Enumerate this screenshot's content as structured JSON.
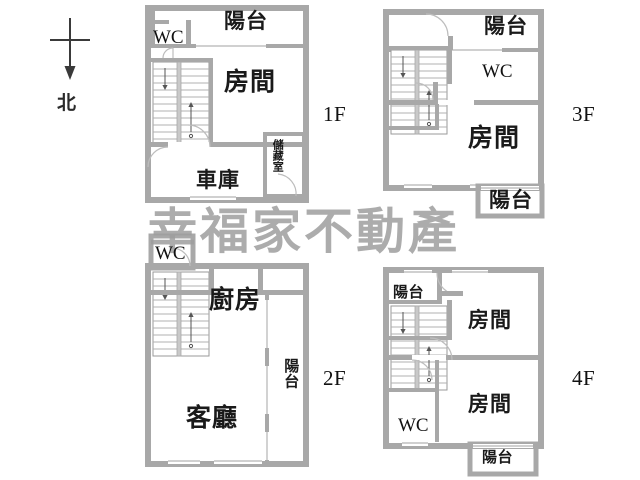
{
  "document": {
    "type": "floor-plan",
    "title": "幸福家不動產",
    "watermark": "幸福家不動產",
    "compass": {
      "label": "北",
      "meaning": "north"
    },
    "background_color": "#ffffff",
    "wall_color": "#a8a8a8",
    "wall_outline_color": "#8c8c8c",
    "text_color": "#1a1a1a",
    "watermark_color": "#9e9e9e"
  },
  "floors": [
    {
      "id": "1F",
      "label": "1F",
      "rooms": [
        {
          "name": "陽台",
          "meaning": "balcony",
          "orientation": "horizontal",
          "size": "mid"
        },
        {
          "name": "WC",
          "meaning": "toilet",
          "orientation": "horizontal",
          "size": "wc"
        },
        {
          "name": "房間",
          "meaning": "bedroom",
          "orientation": "horizontal",
          "size": "big"
        },
        {
          "name": "車庫",
          "meaning": "garage",
          "orientation": "horizontal",
          "size": "mid"
        },
        {
          "name": "儲藏室",
          "meaning": "storage room",
          "orientation": "vertical",
          "size": "tiny"
        }
      ]
    },
    {
      "id": "3F",
      "label": "3F",
      "rooms": [
        {
          "name": "陽台",
          "meaning": "balcony",
          "orientation": "horizontal",
          "size": "mid"
        },
        {
          "name": "WC",
          "meaning": "toilet",
          "orientation": "horizontal",
          "size": "wc"
        },
        {
          "name": "房間",
          "meaning": "bedroom",
          "orientation": "horizontal",
          "size": "big"
        },
        {
          "name": "陽台",
          "meaning": "balcony",
          "orientation": "horizontal",
          "size": "mid"
        }
      ]
    },
    {
      "id": "2F",
      "label": "2F",
      "rooms": [
        {
          "name": "WC",
          "meaning": "toilet",
          "orientation": "horizontal",
          "size": "wc"
        },
        {
          "name": "廚房",
          "meaning": "kitchen",
          "orientation": "horizontal",
          "size": "big"
        },
        {
          "name": "陽台",
          "meaning": "balcony",
          "orientation": "vertical",
          "size": "small"
        },
        {
          "name": "客廳",
          "meaning": "living room",
          "orientation": "horizontal",
          "size": "big"
        }
      ]
    },
    {
      "id": "4F",
      "label": "4F",
      "rooms": [
        {
          "name": "陽台",
          "meaning": "balcony",
          "orientation": "horizontal",
          "size": "small"
        },
        {
          "name": "房間",
          "meaning": "bedroom",
          "orientation": "horizontal",
          "size": "mid"
        },
        {
          "name": "房間",
          "meaning": "bedroom",
          "orientation": "horizontal",
          "size": "mid"
        },
        {
          "name": "WC",
          "meaning": "toilet",
          "orientation": "horizontal",
          "size": "wc"
        },
        {
          "name": "陽台",
          "meaning": "balcony",
          "orientation": "horizontal",
          "size": "small"
        }
      ]
    }
  ],
  "labels": {
    "f1": {
      "floor": "1F",
      "balcony_top": "陽台",
      "wc": "WC",
      "room": "房間",
      "garage": "車庫",
      "storage": "儲藏室"
    },
    "f3": {
      "floor": "3F",
      "balcony_top": "陽台",
      "wc": "WC",
      "room": "房間",
      "balcony_bottom": "陽台"
    },
    "f2": {
      "floor": "2F",
      "wc": "WC",
      "kitchen": "廚房",
      "balcony": "陽台",
      "living": "客廳"
    },
    "f4": {
      "floor": "4F",
      "balcony_left": "陽台",
      "room_top": "房間",
      "room_bottom": "房間",
      "wc": "WC",
      "balcony_bottom": "陽台"
    }
  }
}
